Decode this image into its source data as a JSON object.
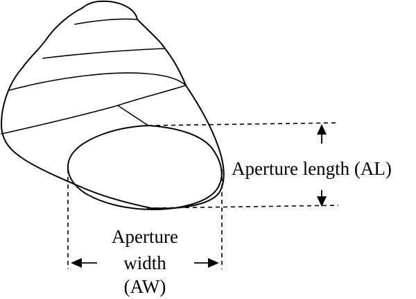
{
  "labels": {
    "aperture_length": "Aperture length (AL)",
    "aperture_width_line1": "Aperture",
    "aperture_width_line2": "width",
    "aperture_width_line3": "(AW)"
  },
  "colors": {
    "stroke": "#000000",
    "background": "#ffffff"
  }
}
